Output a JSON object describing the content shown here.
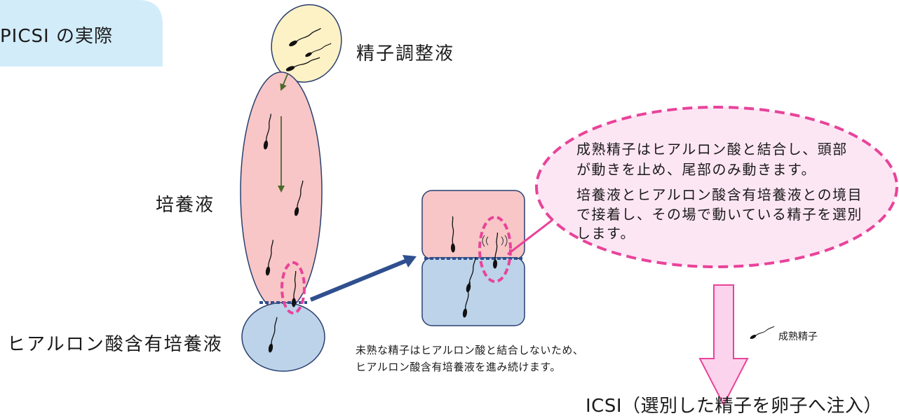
{
  "title": "PICSI の実際",
  "labels": {
    "prep_solution": "精子調整液",
    "culture_medium": "培養液",
    "ha_medium": "ヒアルロン酸含有培養液"
  },
  "callout": {
    "para1": [
      "成熟精子はヒアルロン酸と結合し、頭部",
      "が動きを止め、尾部のみ動きます。"
    ],
    "para2": [
      "培養液とヒアルロン酸含有培養液との境目",
      "で接着し、その場で動いている精子を選別",
      "します。"
    ]
  },
  "immature_note": [
    "未熟な精子はヒアルロン酸と結合しないため、",
    "ヒアルロン酸含有培養液を進み続けます。"
  ],
  "legend": {
    "mature_sperm": "成熟精子"
  },
  "result": "ICSI（選別した精子を卵子へ注入）",
  "icons": {
    "sperm": "sperm-icon"
  },
  "colors": {
    "tab": "#d2ecfa",
    "prep_solution": "#fdf1c6",
    "culture_medium": "#f8c6c6",
    "ha_medium": "#bcd3ea",
    "callout_fill": "#fde6f4",
    "highlight": "#e8439a",
    "down_arrow_fill": "#fcd3ec",
    "flow_arrow": "#4a6b2a",
    "transfer_arrow": "#2f4f8f",
    "outline": "#2a3f6e"
  }
}
